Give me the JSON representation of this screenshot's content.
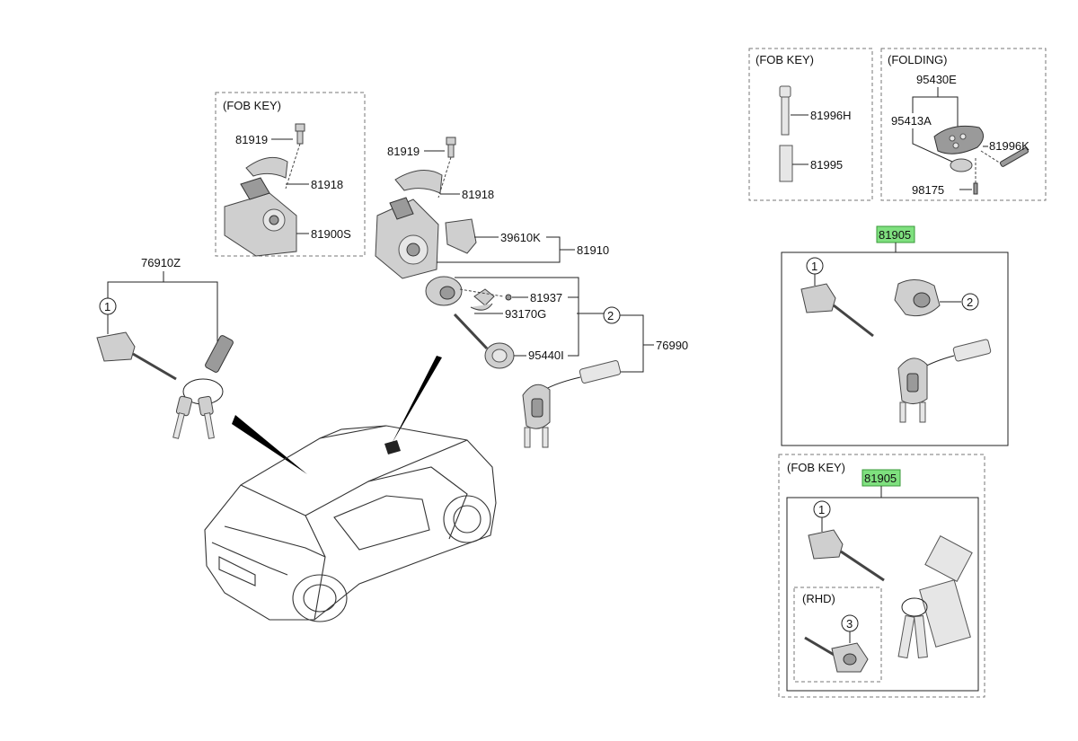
{
  "boxes": {
    "fob_left": "(FOB KEY)",
    "fob_right": "(FOB KEY)",
    "folding": "(FOLDING)",
    "fob_lower": "(FOB KEY)",
    "rhd": "(RHD)"
  },
  "parts": {
    "p81919_a": "81919",
    "p81918_a": "81918",
    "p81900S": "81900S",
    "p81919_b": "81919",
    "p81918_b": "81918",
    "p39610K": "39610K",
    "p81910": "81910",
    "p81937": "81937",
    "p93170G": "93170G",
    "p95440I": "95440I",
    "p76990": "76990",
    "p76910Z": "76910Z",
    "p81996H": "81996H",
    "p81995": "81995",
    "p95430E": "95430E",
    "p95413A": "95413A",
    "p81996K": "81996K",
    "p98175": "98175",
    "p81905_a": "81905",
    "p81905_b": "81905"
  },
  "callouts": {
    "c1_left": "1",
    "c2_mid": "2",
    "c1_r1": "1",
    "c2_r1": "2",
    "c1_r2": "1",
    "c3_r2": "3"
  },
  "colors": {
    "highlight": "#7fe07f"
  }
}
